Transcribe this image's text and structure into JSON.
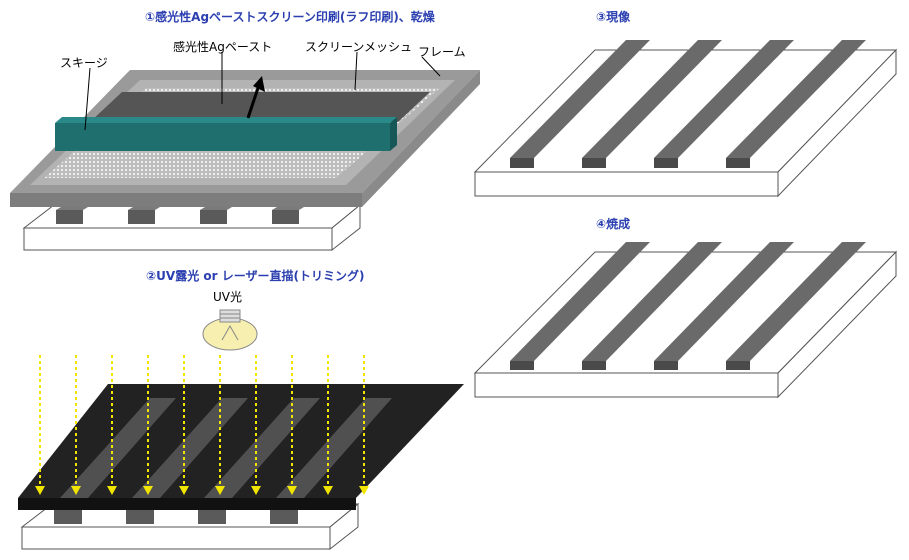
{
  "steps": {
    "s1": "①感光性Agペーストスクリーン印刷(ラフ印刷)、乾燥",
    "s2": "②UV露光 or レーザー直描(トリミング)",
    "s3": "③現像",
    "s4": "④焼成"
  },
  "labels": {
    "squeegee": "スキージ",
    "paste": "感光性Agペースト",
    "mesh": "スクリーンメッシュ",
    "frame": "フレーム",
    "uv_light": "UV光"
  },
  "colors": {
    "title": "#2b3fb0",
    "squeegee": "#1f6f6f",
    "line": "#555555",
    "mask": "#1e1e1e",
    "uv_arrow": "#f2e600",
    "frame": "#9a9a9a"
  }
}
